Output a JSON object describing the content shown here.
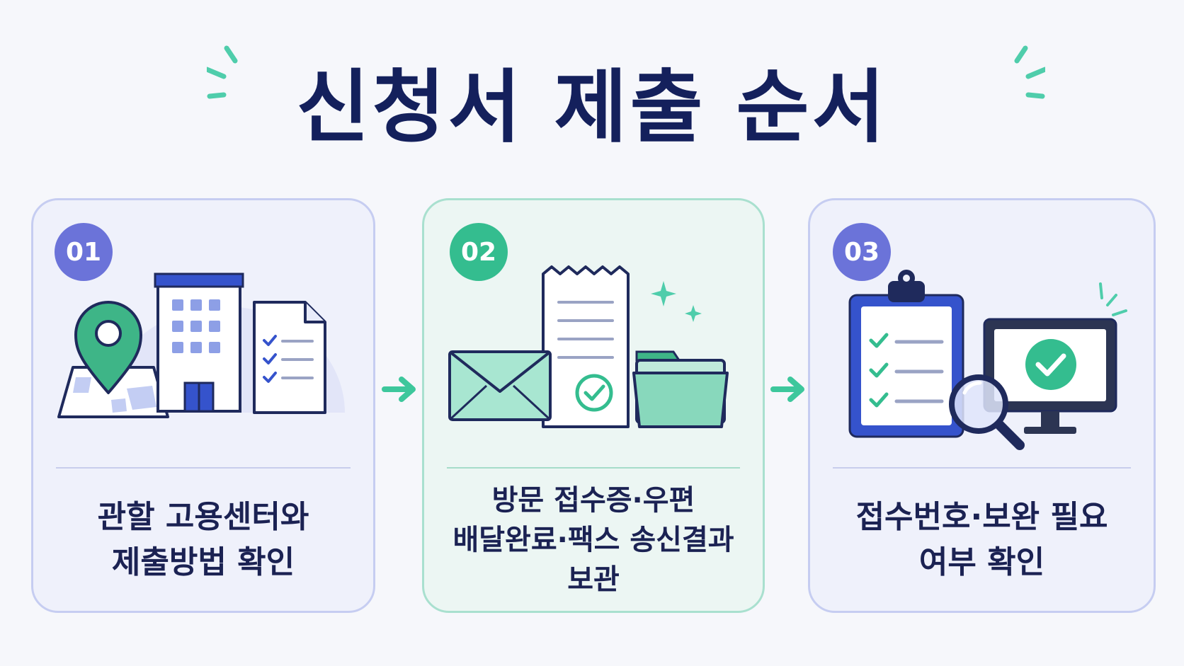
{
  "title": "신청서 제출 순서",
  "colors": {
    "navy": "#14205c",
    "accent_purple": "#6b73d9",
    "accent_green": "#34bd8f",
    "blue": "#2c4bc9"
  },
  "steps": [
    {
      "number": "01",
      "caption_lines": [
        "관할 고용센터와",
        "제출방법 확인"
      ],
      "icons": [
        "map-pin-icon",
        "office-building-icon",
        "checklist-document-icon"
      ]
    },
    {
      "number": "02",
      "caption_lines": [
        "방문 접수증·우편",
        "배달완료·팩스 송신결과",
        "보관"
      ],
      "icons": [
        "envelope-icon",
        "receipt-check-icon",
        "folder-icon",
        "sparkle-icon"
      ]
    },
    {
      "number": "03",
      "caption_lines": [
        "접수번호·보완 필요",
        "여부 확인"
      ],
      "icons": [
        "clipboard-checklist-icon",
        "magnifier-icon",
        "monitor-check-icon"
      ]
    }
  ],
  "connector_icon": "arrow-right-icon"
}
